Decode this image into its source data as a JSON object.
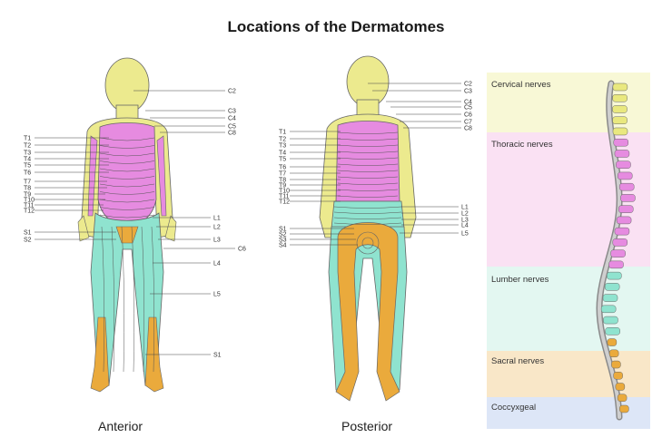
{
  "title": "Locations of the Dermatomes",
  "captions": {
    "anterior": "Anterior",
    "posterior": "Posterior"
  },
  "colors": {
    "cervical": "#ecea8e",
    "thoracic": "#e68be0",
    "lumbar": "#8fe3cf",
    "sacral": "#eaaa3c",
    "coccyx_band": "#dde6f7",
    "outline": "#666666"
  },
  "spine_bands": [
    {
      "label": "Cervical nerves",
      "color": "#f8f8d6"
    },
    {
      "label": "Thoracic nerves",
      "color": "#fae1f3"
    },
    {
      "label": "Lumber nerves",
      "color": "#e3f7f1"
    },
    {
      "label": "Sacral nerves",
      "color": "#f9e7c8"
    },
    {
      "label": "Coccyxgeal",
      "color": "#dde6f7"
    }
  ],
  "anterior_labels": {
    "right": [
      "C2",
      "C3",
      "C4",
      "C5",
      "C8",
      "L1",
      "L2",
      "L3",
      "C6",
      "L4",
      "L5",
      "S1"
    ],
    "left": [
      "T1",
      "T2",
      "T3",
      "T4",
      "T5",
      "T6",
      "T7",
      "T8",
      "T9",
      "T10",
      "T11",
      "T12",
      "S1",
      "S2"
    ]
  },
  "posterior_labels": {
    "right": [
      "C2",
      "C3",
      "C4",
      "C5",
      "C6",
      "C7",
      "C8",
      "L1",
      "L2",
      "L3",
      "L4",
      "L5"
    ],
    "left": [
      "T1",
      "T2",
      "T3",
      "T4",
      "T5",
      "T6",
      "T7",
      "T8",
      "T9",
      "T10",
      "T11",
      "T12",
      "S1",
      "S2",
      "S3",
      "S4"
    ]
  }
}
